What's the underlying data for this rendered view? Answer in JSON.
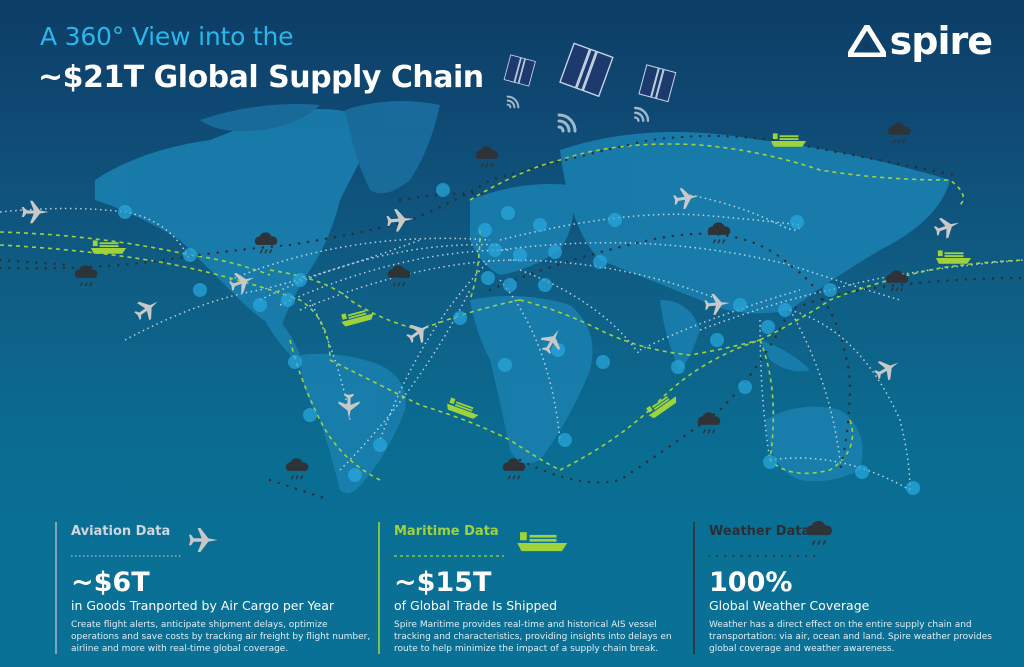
{
  "header": {
    "title_top": "A 360° View into the",
    "title_main": "~$21T Global Supply Chain",
    "logo_text": "spire"
  },
  "colors": {
    "background_top": "#0c3d66",
    "background_bottom": "#0a7196",
    "title_accent": "#29b8ec",
    "aviation_gray": "#c8c8c8",
    "maritime_green": "#9fd33b",
    "weather_dark": "#2e3338",
    "land": "#1d82b0",
    "land_dark": "#15618e",
    "node": "#2aa9e0"
  },
  "map": {
    "legend_icons": [
      "plane-icon",
      "ship-icon",
      "cloud-rain-icon",
      "satellite-icon",
      "signal-icon"
    ],
    "satellites": 3
  },
  "panels": [
    {
      "key": "aviation",
      "title": "Aviation Data",
      "big": "~$6T",
      "sub": "in Goods Tranported by Air Cargo per Year",
      "desc": "Create flight alerts, anticipate shipment delays, optimize operations and save costs by tracking air freight by flight number, airline and more with real-time global coverage."
    },
    {
      "key": "maritime",
      "title": "Maritime Data",
      "big": "~$15T",
      "sub": "of Global Trade Is Shipped",
      "desc": "Spire Maritime provides real-time and historical AIS vessel tracking and characteristics, providing insights into delays en route to help minimize the impact of a supply chain break."
    },
    {
      "key": "weather",
      "title": "Weather Data",
      "big": "100%",
      "sub": "Global Weather Coverage",
      "desc": "Weather has a direct effect on the entire supply chain and transportation: via air, ocean and land. Spire weather provides global coverage and weather awareness."
    }
  ]
}
